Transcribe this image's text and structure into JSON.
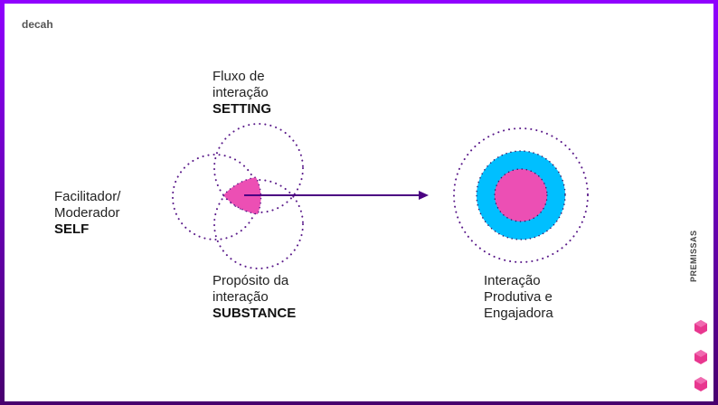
{
  "logo": "decah",
  "labels": {
    "setting": {
      "line1": "Fluxo de",
      "line2": "interação",
      "bold": "SETTING"
    },
    "self": {
      "line1": "Facilitador/",
      "line2": "Moderador",
      "bold": "SELF"
    },
    "substance": {
      "line1": "Propósito da",
      "line2": "interação",
      "bold": "SUBSTANCE"
    },
    "result": {
      "line1": "Interação",
      "line2": "Produtiva e",
      "line3": "Engajadora"
    }
  },
  "side_label": "PREMISSAS",
  "colors": {
    "pink": "#ec4fb4",
    "cyan": "#00bfff",
    "dots": "#5a1a8a",
    "arrow": "#4b0082"
  }
}
